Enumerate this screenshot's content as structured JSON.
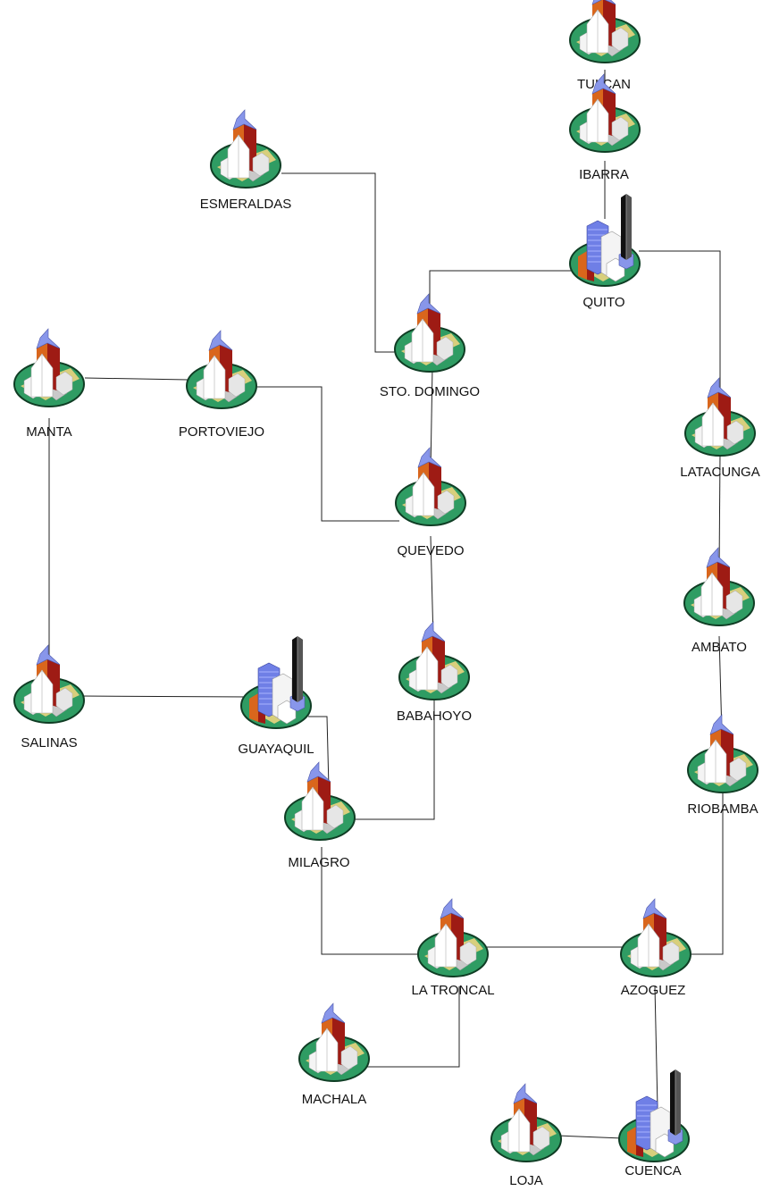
{
  "cities": [
    {
      "id": "tulcan",
      "label": "TULCAN",
      "kind": "city"
    },
    {
      "id": "ibarra",
      "label": "IBARRA",
      "kind": "city"
    },
    {
      "id": "quito",
      "label": "QUITO",
      "kind": "metro"
    },
    {
      "id": "esmeraldas",
      "label": "ESMERALDAS",
      "kind": "city"
    },
    {
      "id": "sto-domingo",
      "label": "STO. DOMINGO",
      "kind": "city"
    },
    {
      "id": "manta",
      "label": "MANTA",
      "kind": "city"
    },
    {
      "id": "portoviejo",
      "label": "PORTOVIEJO",
      "kind": "city"
    },
    {
      "id": "quevedo",
      "label": "QUEVEDO",
      "kind": "city"
    },
    {
      "id": "latacunga",
      "label": "LATACUNGA",
      "kind": "city"
    },
    {
      "id": "ambato",
      "label": "AMBATO",
      "kind": "city"
    },
    {
      "id": "babahoyo",
      "label": "BABAHOYO",
      "kind": "city"
    },
    {
      "id": "salinas",
      "label": "SALINAS",
      "kind": "city"
    },
    {
      "id": "guayaquil",
      "label": "GUAYAQUIL",
      "kind": "metro"
    },
    {
      "id": "riobamba",
      "label": "RIOBAMBA",
      "kind": "city"
    },
    {
      "id": "milagro",
      "label": "MILAGRO",
      "kind": "city"
    },
    {
      "id": "la-troncal",
      "label": "LA TRONCAL",
      "kind": "city"
    },
    {
      "id": "azoguez",
      "label": "AZOGUEZ",
      "kind": "city"
    },
    {
      "id": "machala",
      "label": "MACHALA",
      "kind": "city"
    },
    {
      "id": "loja",
      "label": "LOJA",
      "kind": "city"
    },
    {
      "id": "cuenca",
      "label": "CUENCA",
      "kind": "metro"
    }
  ],
  "links": [
    {
      "from": "tulcan",
      "to": "ibarra"
    },
    {
      "from": "ibarra",
      "to": "quito"
    },
    {
      "from": "quito",
      "to": "sto-domingo"
    },
    {
      "from": "quito",
      "to": "latacunga"
    },
    {
      "from": "esmeraldas",
      "to": "sto-domingo"
    },
    {
      "from": "sto-domingo",
      "to": "quevedo"
    },
    {
      "from": "manta",
      "to": "portoviejo"
    },
    {
      "from": "portoviejo",
      "to": "quevedo"
    },
    {
      "from": "manta",
      "to": "salinas"
    },
    {
      "from": "salinas",
      "to": "guayaquil"
    },
    {
      "from": "guayaquil",
      "to": "milagro"
    },
    {
      "from": "quevedo",
      "to": "babahoyo"
    },
    {
      "from": "babahoyo",
      "to": "milagro"
    },
    {
      "from": "latacunga",
      "to": "ambato"
    },
    {
      "from": "ambato",
      "to": "riobamba"
    },
    {
      "from": "riobamba",
      "to": "azoguez"
    },
    {
      "from": "milagro",
      "to": "la-troncal"
    },
    {
      "from": "la-troncal",
      "to": "azoguez"
    },
    {
      "from": "la-troncal",
      "to": "machala"
    },
    {
      "from": "azoguez",
      "to": "cuenca"
    },
    {
      "from": "loja",
      "to": "cuenca"
    }
  ],
  "colors": {
    "line": "#222222",
    "base_fill": "#2f9c63",
    "base_stroke": "#0f3d24",
    "building_light": "#f4f4f4",
    "building_shade": "#c9c9c9",
    "tower_orange": "#d9661c",
    "tower_red": "#9e1b14",
    "roof_blue": "#8896ea",
    "glass_blue": "#6f7fe6",
    "street": "#d8cf7c",
    "skyscraper_dark": "#111111"
  }
}
